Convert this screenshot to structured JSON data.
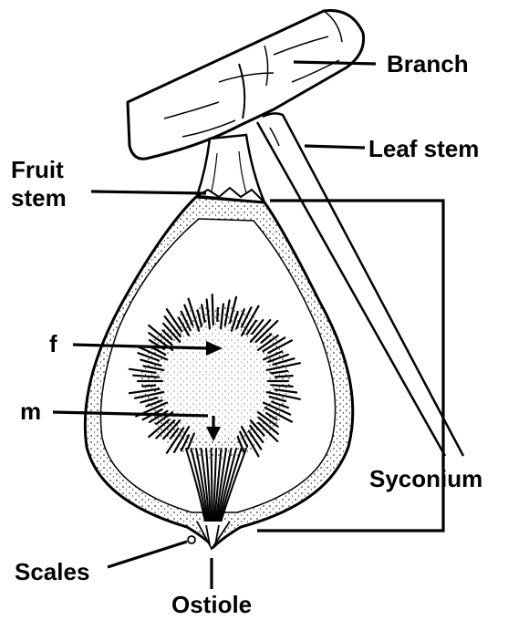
{
  "diagram": {
    "labels": {
      "branch": "Branch",
      "leaf_stem": "Leaf stem",
      "fruit_stem_line1": "Fruit",
      "fruit_stem_line2": "stem",
      "f": "f",
      "m": "m",
      "syconium": "Syconium",
      "scales": "Scales",
      "ostiole": "Ostiole"
    },
    "colors": {
      "ink": "#000000",
      "background": "#ffffff"
    }
  }
}
